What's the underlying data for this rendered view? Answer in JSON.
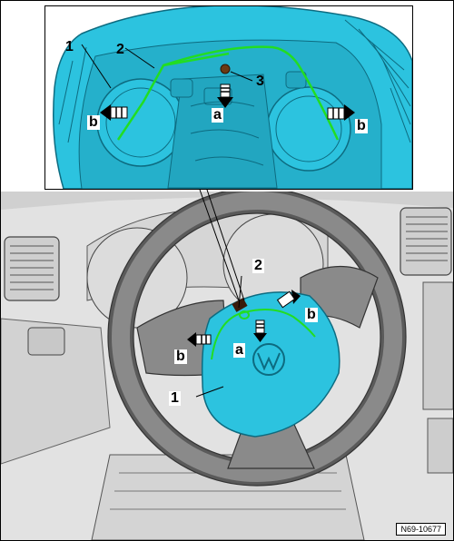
{
  "figure_id": "N69-10677",
  "labels": {
    "top_1": "1",
    "top_2": "2",
    "top_3": "3",
    "top_a": "a",
    "top_b_left": "b",
    "top_b_right": "b",
    "bottom_1": "1",
    "bottom_2": "2",
    "bottom_a": "a",
    "bottom_b_left": "b",
    "bottom_b_right": "b"
  },
  "colors": {
    "airbag_cyan": "#2cc3df",
    "wire_green": "#22dd22",
    "arrow_black": "#000000",
    "steering_wheel": "#7a7a7a",
    "dashboard": "#d8d8d8"
  }
}
